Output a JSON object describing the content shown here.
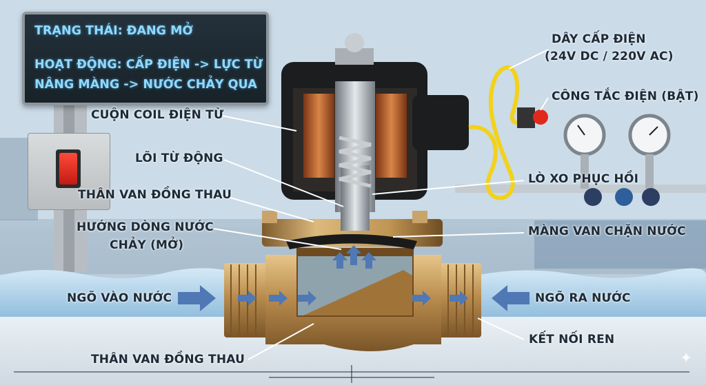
{
  "status_panel": {
    "line1": "TRẠNG THÁI: ĐANG MỞ",
    "line2": "HOẠT ĐỘNG: CẤP ĐIỆN -> LỰC TỪ",
    "line3": "NÂNG MÀNG -> NƯỚC CHẢY QUA"
  },
  "labels": {
    "coil": "CUỘN COIL ĐIỆN TỪ",
    "core": "LÕI TỪ ĐỘNG",
    "body_upper": "THÂN VAN ĐỒNG THAU",
    "flow_dir_1": "HƯỚNG DÒNG NƯỚC",
    "flow_dir_2": "CHẢY (MỞ)",
    "inlet": "NGÕ VÀO NƯỚC",
    "body_lower": "THÂN VAN ĐỒNG THAU",
    "cable_1": "DÂY CẤP ĐIỆN",
    "cable_2": "(24V DC / 220V AC)",
    "switch": "CÔNG TẮC ĐIỆN (BẬT)",
    "spring": "LÒ XO PHỤC HỒI",
    "diaphragm": "MÀNG VAN CHẶN NƯỚC",
    "outlet": "NGÕ RA NƯỚC",
    "thread": "KẾT NỐI REN"
  },
  "colors": {
    "accent_text": "#8fd9ff",
    "brass": "#b58a4c",
    "copper": "#b8652e",
    "cable": "#f2d21b",
    "water": "#9cc7e4"
  },
  "icons": {
    "watermark": "sparkle-icon"
  }
}
